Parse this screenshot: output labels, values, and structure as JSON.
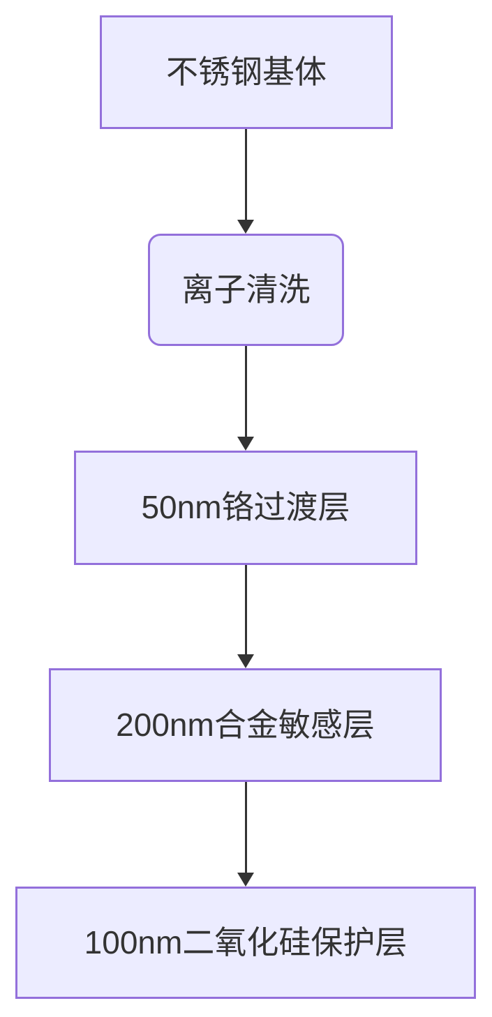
{
  "diagram": {
    "type": "flowchart",
    "direction": "top-down",
    "nodes": [
      {
        "id": "substrate",
        "label": "不锈钢基体",
        "shape": "rectangle"
      },
      {
        "id": "ion-cleaning",
        "label": "离子清洗",
        "shape": "rounded-rectangle"
      },
      {
        "id": "chromium-transition-layer",
        "label": "50nm铬过渡层",
        "shape": "rectangle"
      },
      {
        "id": "alloy-sensitive-layer",
        "label": "200nm合金敏感层",
        "shape": "rectangle"
      },
      {
        "id": "silica-protective-layer",
        "label": "100nm二氧化硅保护层",
        "shape": "rectangle"
      }
    ],
    "edges": [
      {
        "from": "substrate",
        "to": "ion-cleaning"
      },
      {
        "from": "ion-cleaning",
        "to": "chromium-transition-layer"
      },
      {
        "from": "chromium-transition-layer",
        "to": "alloy-sensitive-layer"
      },
      {
        "from": "alloy-sensitive-layer",
        "to": "silica-protective-layer"
      }
    ],
    "colors": {
      "node_fill": "#ECECFF",
      "node_border": "#9370DB",
      "text": "#333333",
      "arrow": "#333333",
      "background": "#FFFFFF"
    }
  }
}
